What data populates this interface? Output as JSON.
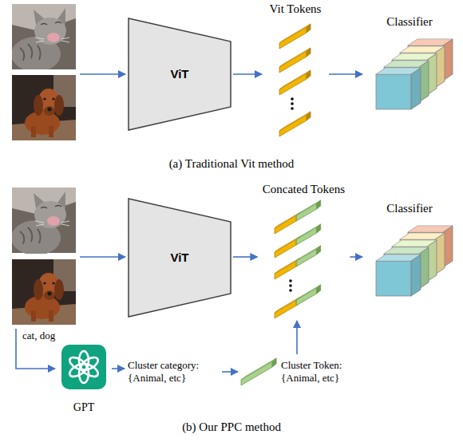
{
  "diagram": {
    "nodes": [
      {
        "text": [
          "ViT"
        ]
      },
      {
        "text": [
          "Vit Tokens"
        ]
      },
      {
        "text": [
          "Classifier"
        ]
      },
      {
        "text": [
          "ViT"
        ]
      },
      {
        "text": [
          "Concated Tokens"
        ]
      },
      {
        "text": [
          "Classifier"
        ]
      },
      {
        "text": [
          "GPT"
        ]
      },
      {
        "text": [
          "Cluster category: {Animal, etc}"
        ]
      },
      {
        "text": [
          "Cluster Token: {Animal, etc}"
        ]
      }
    ],
    "edges": [
      {
        "from": 0,
        "to": 1,
        "arrow": "to"
      },
      {
        "from": 1,
        "to": 2,
        "arrow": "to"
      },
      {
        "from": 3,
        "to": 4,
        "arrow": "to"
      },
      {
        "from": 4,
        "to": 5,
        "arrow": "to"
      },
      {
        "from": 6,
        "to": 7,
        "arrow": "to"
      },
      {
        "from": 7,
        "to": 8,
        "arrow": "to"
      },
      {
        "from": 8,
        "to": 4,
        "arrow": "to"
      }
    ],
    "labels": [
      "(a) Traditional Vit method",
      "cat, dog",
      "(b) Our PPC method"
    ]
  }
}
